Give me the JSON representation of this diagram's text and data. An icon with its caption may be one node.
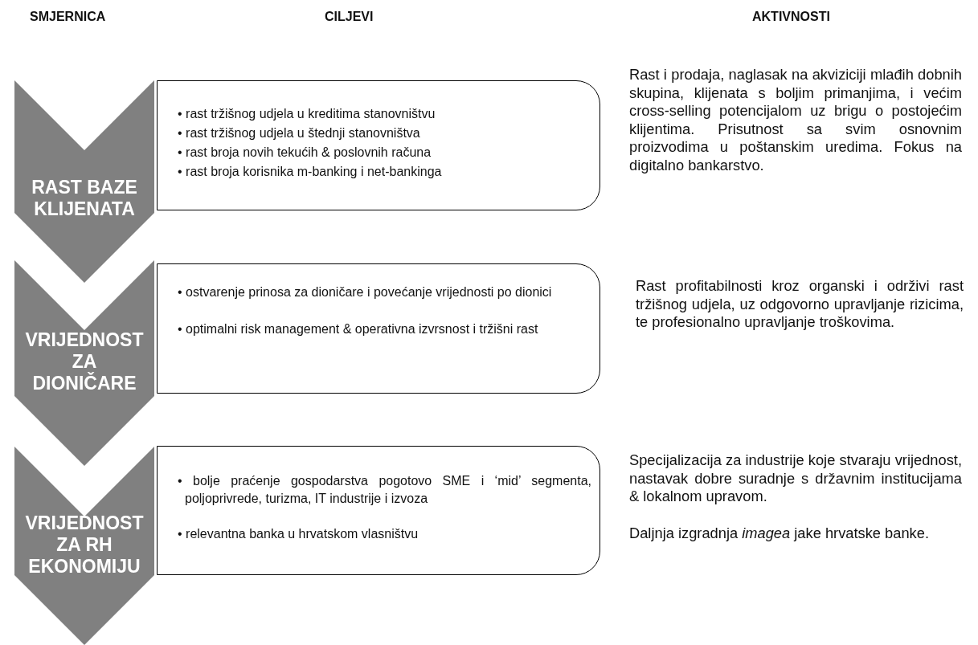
{
  "diagram": {
    "nodes": [
      {
        "text": [
          "RAST BAZE KLIJENATA"
        ]
      },
      {
        "text": [
          "• rast tržišnog udjela u kreditima stanovništvu",
          "• rast tržišnog udjela u štednji stanovništva",
          "• rast broja novih tekućih & poslovnih računa",
          "• rast broja korisnika m-banking i net-bankinga"
        ]
      },
      {
        "text": [
          "VRIJEDNOST ZA DIONIČARE"
        ]
      },
      {
        "text": [
          "• ostvarenje prinosa za dioničare i povećanje vrijednosti po dionici",
          "• optimalni risk management & operativna izvrsnost i tržišni rast"
        ]
      },
      {
        "text": [
          "VRIJEDNOST ZA RH EKONOMIJU"
        ]
      },
      {
        "text": [
          "• bolje praćenje gospodarstva pogotovo SME i ‘mid’ segmenta, poljoprivrede, turizma, IT industrije i izvoza",
          "• relevantna banka u hrvatskom vlasništvu"
        ]
      }
    ],
    "labels": [
      "SMJERNICA",
      "CILJEVI",
      "AKTIVNOSTI",
      "Rast i prodaja, naglasak na akviziciji mlađih dobnih skupina, klijenata s boljim primanjima, i većim cross-selling potencijalom uz brigu o postojećim klijentima. Prisutnost sa svim osnovnim proizvodima u poštanskim uredima. Fokus na digitalno bankarstvo.",
      "Rast profitabilnosti kroz organski i održivi rast tržišnog udjela, uz odgovorno upravljanje rizicima, te profesionalno upravljanje troškovima.",
      "Specijalizacija za industrije koje stvaraju vrijednost, nastavak dobre suradnje s državnim institucijama & lokalnom upravom.",
      "Daljnja izgradnja *imagea* jake hrvatske banke."
    ]
  }
}
